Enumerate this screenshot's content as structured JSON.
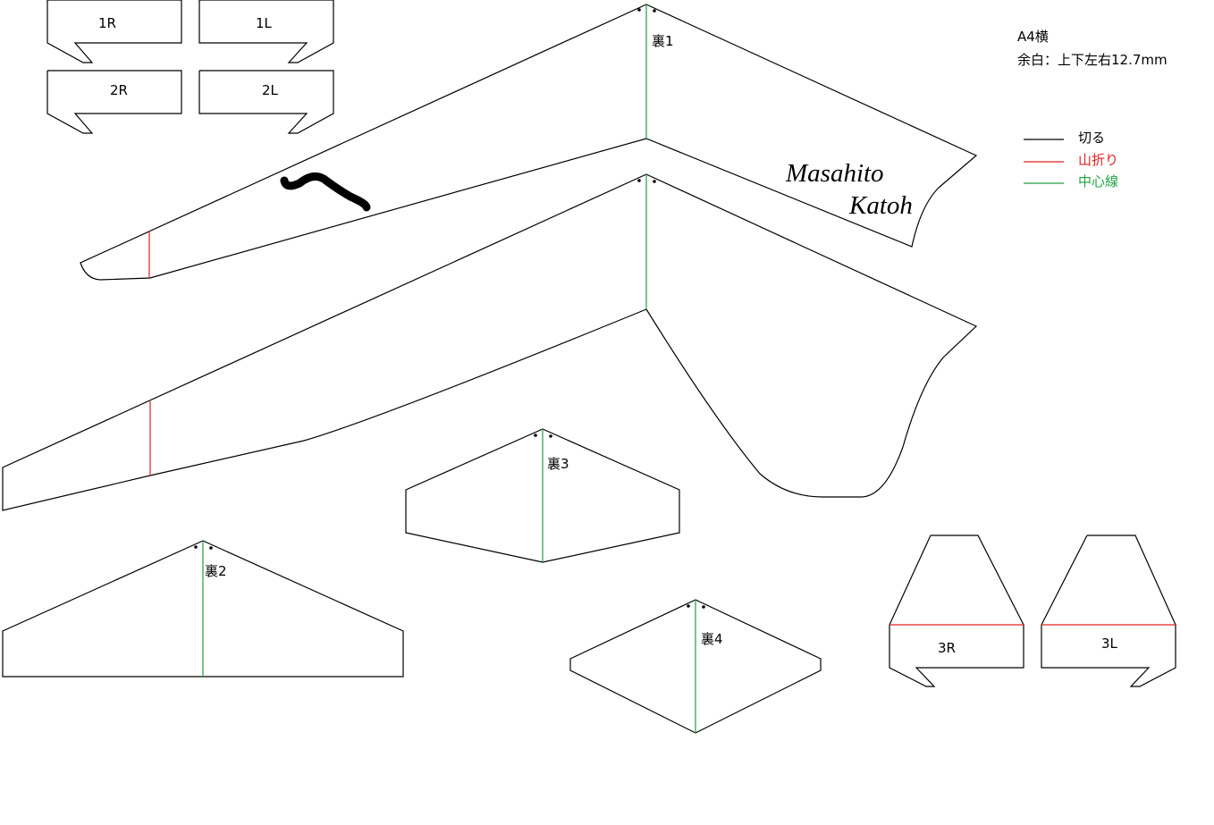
{
  "info": {
    "paper": "A4横",
    "margin": "余白：上下左右12.7mm"
  },
  "legend": [
    {
      "label": "切る",
      "color": "#000000"
    },
    {
      "label": "山折り",
      "color": "#e02020"
    },
    {
      "label": "中心線",
      "color": "#20a040"
    }
  ],
  "tabs": {
    "t1r": "1R",
    "t1l": "1L",
    "t2r": "2R",
    "t2l": "2L",
    "t3r": "3R",
    "t3l": "3L"
  },
  "parts": {
    "p1": "裏1",
    "p2": "裏2",
    "p3": "裏3",
    "p4": "裏4"
  },
  "signature": {
    "first": "Masahito",
    "last": "Katoh"
  }
}
